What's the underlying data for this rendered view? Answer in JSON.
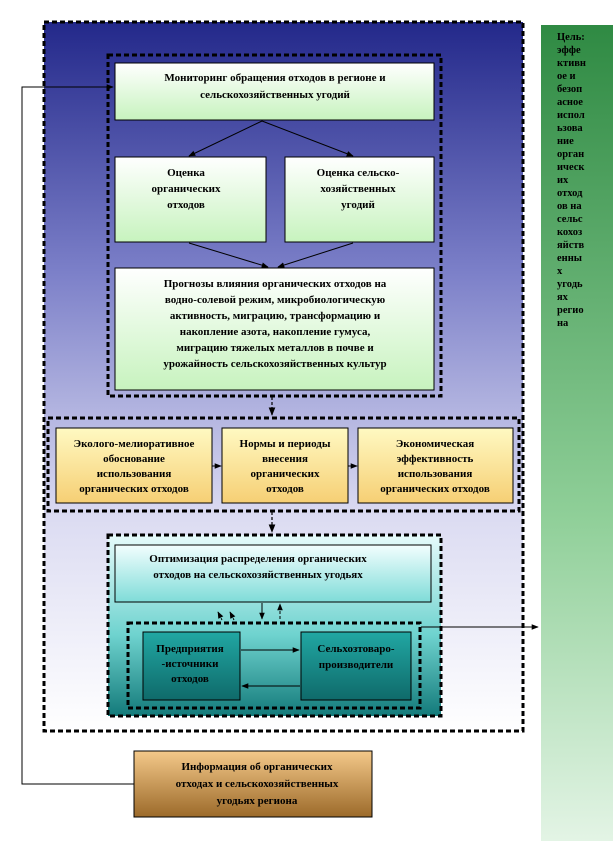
{
  "goal": {
    "lines": [
      "Цель:",
      "эффе",
      "ктивн",
      "ое и",
      "безоп",
      "асное",
      "испол",
      "ьзова",
      "ние",
      "орган",
      "ическ",
      "их",
      "отход",
      "ов на",
      "сельс",
      "кохоз",
      "яйств",
      "енны",
      "х",
      "угодь",
      "ях",
      "регио",
      "на"
    ]
  },
  "boxes": {
    "monitoring": [
      "Мониторинг обращения отходов в регионе и",
      "сельскохозяйственных угодий"
    ],
    "organic_assessment": [
      "Оценка",
      "органических",
      "отходов"
    ],
    "land_assessment": [
      "Оценка сельско-",
      "хозяйственных",
      "угодий"
    ],
    "forecasts": [
      "Прогнозы влияния органических отходов на",
      "водно-солевой режим, микробиологическую",
      "активность, миграцию, трансформацию и",
      "накопление азота, накопление гумуса,",
      "миграцию тяжелых металлов в почве и",
      "урожайность сельскохозяйственных культур"
    ],
    "eco_justification": [
      "Эколого-мелиоративное",
      "обоснование",
      "использования",
      "органических отходов"
    ],
    "norms": [
      "Нормы и периоды",
      "внесения",
      "органических",
      "отходов"
    ],
    "economic": [
      "Экономическая",
      "эффективность",
      "использования",
      "органических отходов"
    ],
    "optimization": [
      "Оптимизация распределения органических",
      "отходов на сельскохозяйственных угодьях"
    ],
    "enterprises": [
      "Предприятия",
      "-источники",
      "отходов"
    ],
    "producers": [
      "Сельхозтоваро-",
      "производители"
    ],
    "information": [
      "Информация об органических",
      "отходах и сельскохозяйственных",
      "угодьях региона"
    ]
  },
  "colors": {
    "navy": "#2a2f8c",
    "goal_top": "#2f8a43",
    "goal_bottom": "#d9f0dc",
    "green_box_top": "#ffffff",
    "green_box_bottom": "#ccf5c4",
    "yellow_top": "#fff8b8",
    "yellow_bottom": "#f7d27a",
    "cyan_top": "#eafcfc",
    "cyan_bottom": "#5fd0cc",
    "teal": "#137a7a",
    "teal_dark": "#0f5c5c",
    "brown_top": "#f2c17a",
    "brown_bottom": "#9b6a2c"
  }
}
